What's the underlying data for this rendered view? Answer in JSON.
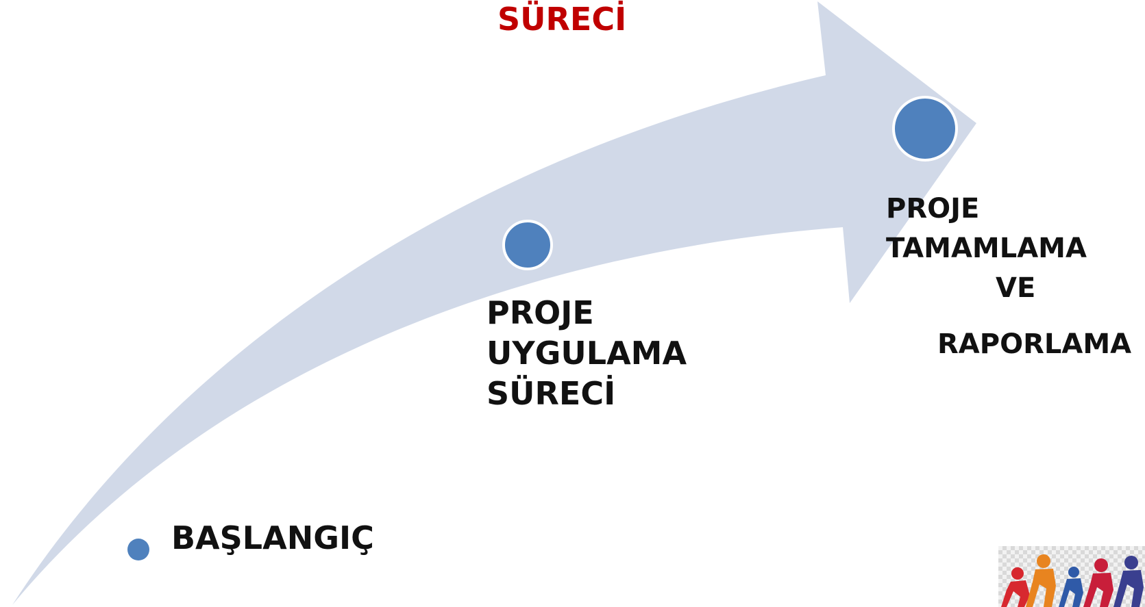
{
  "diagram": {
    "heading_fragment": "SÜRECİ",
    "stages": [
      {
        "id": "start",
        "label": "BAŞLANGIÇ"
      },
      {
        "id": "implementation",
        "lines": [
          "PROJE",
          "UYGULAMA",
          "SÜRECİ"
        ]
      },
      {
        "id": "completion",
        "lines": [
          "PROJE",
          "TAMAMLAMA",
          "VE",
          "RAPORLAMA"
        ]
      }
    ]
  },
  "colors": {
    "arrow_fill": "#d1d9e8",
    "node_fill": "#4f81bd",
    "node_outline": "#ffffff",
    "heading_red": "#c00000",
    "label_text": "#111111"
  },
  "icons": {
    "stage_marker": "circle-node-icon",
    "corner_picture": "running-figures-icon"
  }
}
